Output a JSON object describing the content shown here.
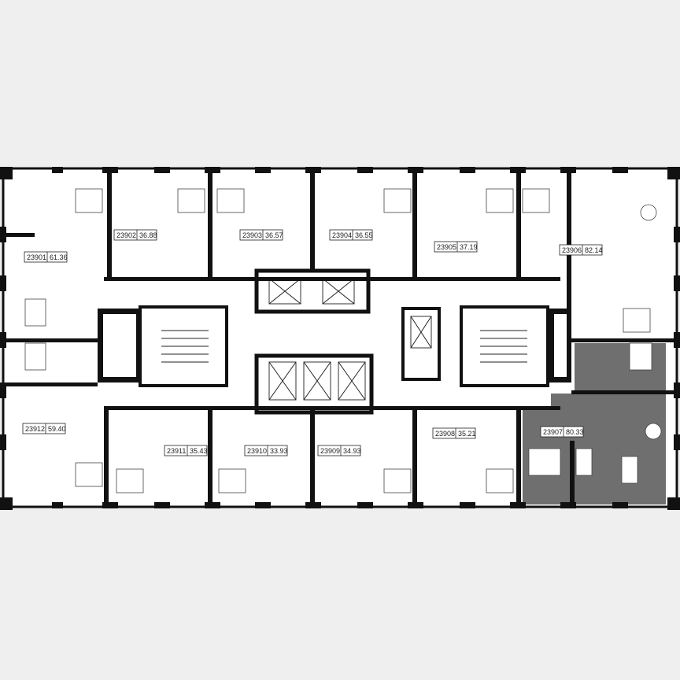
{
  "units": [
    {
      "number": "23901",
      "area": "61.36",
      "highlighted": false
    },
    {
      "number": "23902",
      "area": "36.88",
      "highlighted": false
    },
    {
      "number": "23903",
      "area": "36.57",
      "highlighted": false
    },
    {
      "number": "23904",
      "area": "36.55",
      "highlighted": false
    },
    {
      "number": "23905",
      "area": "37.19",
      "highlighted": false
    },
    {
      "number": "23906",
      "area": "82.14",
      "highlighted": false
    },
    {
      "number": "23907",
      "area": "80.33",
      "highlighted": true
    },
    {
      "number": "23908",
      "area": "35.21",
      "highlighted": false
    },
    {
      "number": "23909",
      "area": "34.93",
      "highlighted": false
    },
    {
      "number": "23910",
      "area": "33.93",
      "highlighted": false
    },
    {
      "number": "23911",
      "area": "35.43",
      "highlighted": false
    },
    {
      "number": "23912",
      "area": "59.40",
      "highlighted": false
    }
  ],
  "colors": {
    "background": "#efefef",
    "floor": "#ffffff",
    "wall": "#111111",
    "highlight": "#6f6f6f"
  }
}
